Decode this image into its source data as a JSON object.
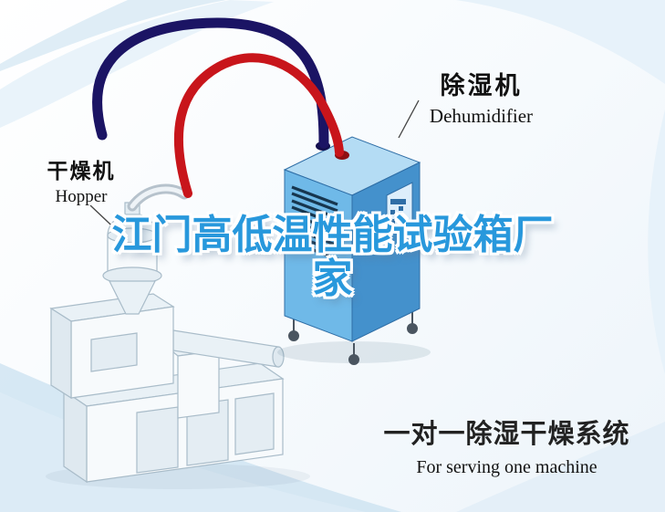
{
  "colors": {
    "pipe_blue": "#1b1464",
    "pipe_red": "#c8151b",
    "cabinet_front": "#6fb9e8",
    "cabinet_side": "#4491cc",
    "cabinet_top": "#b4dcf4",
    "cabinet_edge": "#2f6ea6",
    "vent_dark": "#17364f",
    "watermark_blue": "#2898dc",
    "label_text": "#111111",
    "caption_text": "#222222",
    "machine_line": "#a9bcc9",
    "machine_fill": "#f7fafc"
  },
  "labels": {
    "dehumidifier": {
      "cn": "除湿机",
      "en": "Dehumidifier"
    },
    "hopper": {
      "cn": "干燥机",
      "en": "Hopper"
    }
  },
  "watermark": {
    "line1": "江门高低温性能试验箱厂",
    "line2": "家"
  },
  "caption": {
    "cn": "一对一除湿干燥系统",
    "en": "For serving one machine"
  }
}
